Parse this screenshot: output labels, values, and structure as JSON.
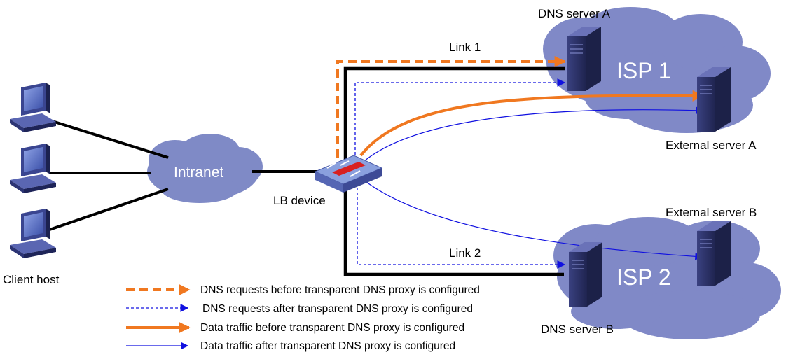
{
  "labels": {
    "dns_server_a": "DNS server A",
    "dns_server_b": "DNS server B",
    "external_server_a": "External  server A",
    "external_server_b": "External  server B",
    "isp1": "ISP 1",
    "isp2": "ISP 2",
    "intranet": "Intranet",
    "lb_device": "LB device",
    "client_host": "Client host",
    "link1": "Link 1",
    "link2": "Link 2"
  },
  "legend": [
    {
      "text": "DNS requests before transparent DNS proxy is configured",
      "style": "orange-dashed"
    },
    {
      "text": "DNS requests after transparent DNS proxy is configured",
      "style": "blue-dashed"
    },
    {
      "text": "Data traffic before transparent DNS proxy is configured",
      "style": "orange-solid"
    },
    {
      "text": "Data traffic after transparent DNS proxy is configured",
      "style": "blue-solid"
    }
  ],
  "colors": {
    "cloud_isp": "#8089c7",
    "cloud_intranet": "#7f8ac6",
    "orange": "#f07820",
    "blue": "#1010e0",
    "link_black": "#000000",
    "server_dark": "#2c3266",
    "pc_dark": "#28306a"
  }
}
